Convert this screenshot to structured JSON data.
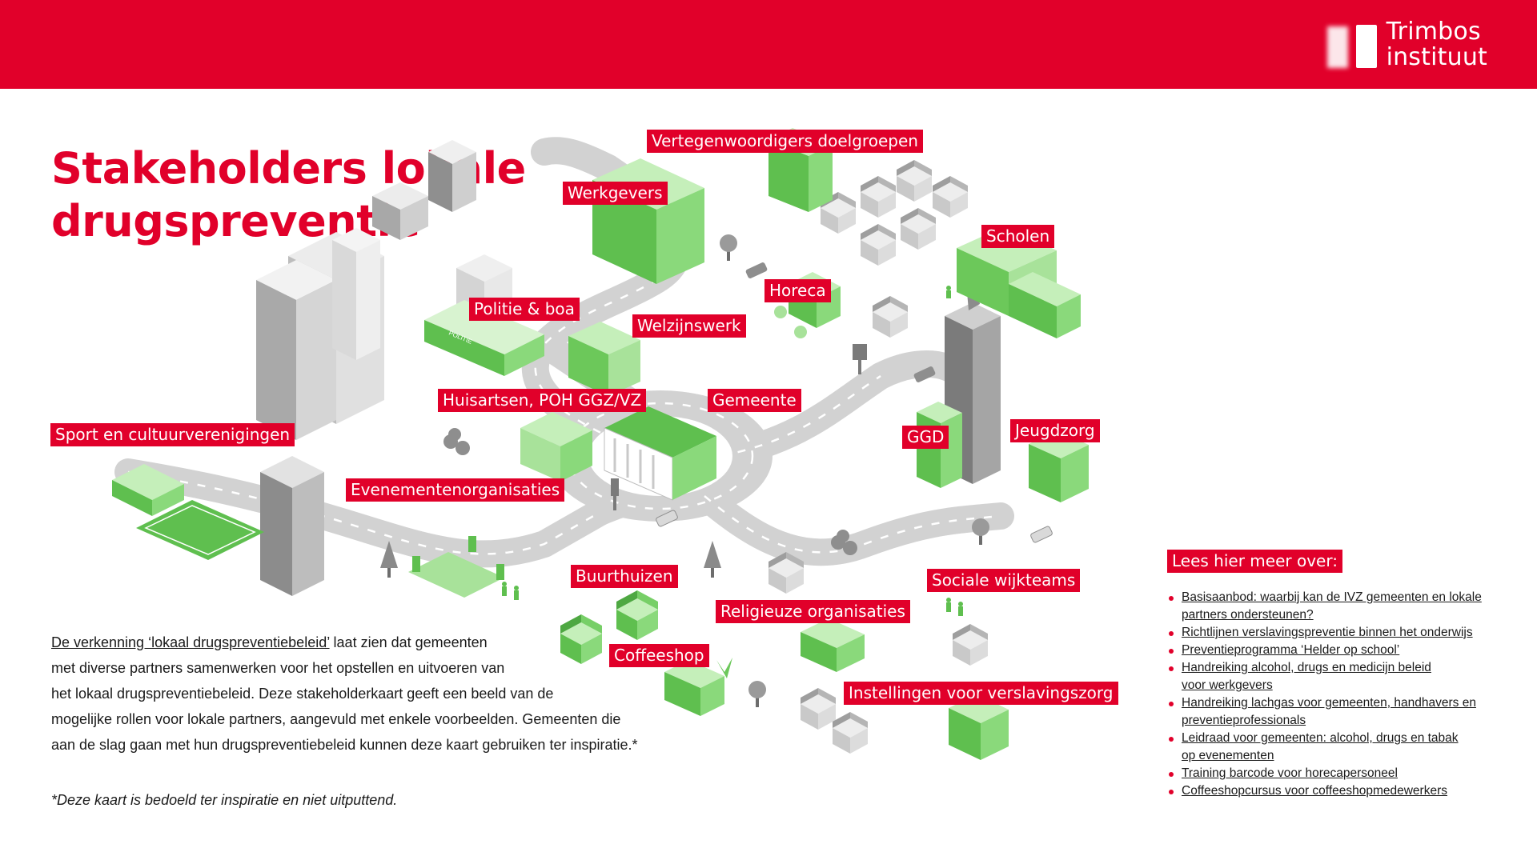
{
  "header": {
    "logo_line1": "Trimbos",
    "logo_line2": "instituut",
    "brand_color": "#e1002a"
  },
  "title": {
    "line1": "Stakeholders lokale",
    "line2": "drugspreventie"
  },
  "labels": {
    "vertegenwoordigers": "Vertegenwoordigers doelgroepen",
    "werkgevers": "Werkgevers",
    "scholen": "Scholen",
    "horeca": "Horeca",
    "politie": "Politie & boa",
    "welzijnswerk": "Welzijnswerk",
    "huisartsen": "Huisartsen, POH GGZ/VZ",
    "gemeente": "Gemeente",
    "ggd": "GGD",
    "jeugdzorg": "Jeugdzorg",
    "sport": "Sport en cultuurverenigingen",
    "evenementen": "Evenementenorganisaties",
    "buurthuizen": "Buurthuizen",
    "sociale": "Sociale wijkteams",
    "religieuze": "Religieuze organisaties",
    "coffeeshop": "Coffeeshop",
    "instellingen": "Instellingen voor verslavingszorg"
  },
  "map_signs": {
    "politie_sign": "POLITIE"
  },
  "intro": {
    "link": "De verkenning ‘lokaal drugspreventiebeleid’",
    "line1_rest": " laat zien dat gemeenten",
    "line2": "met diverse partners samenwerken voor het opstellen en uitvoeren van",
    "line3": "het lokaal drugspreventiebeleid. Deze stakeholderkaart geeft een beeld van de",
    "line4": "mogelijke rollen voor lokale partners, aangevuld met enkele voorbeelden. Gemeenten die",
    "line5": "aan de slag gaan met hun drugspreventiebeleid kunnen deze kaart gebruiken ter inspiratie.*"
  },
  "footnote": "*Deze kaart is bedoeld ter inspiratie en niet uitputtend.",
  "more": {
    "title": "Lees hier meer over:",
    "links": [
      [
        "Basisaanbod: waarbij kan de IVZ gemeenten en lokale",
        "partners ondersteunen?"
      ],
      [
        "Richtlijnen verslavingspreventie binnen het onderwijs"
      ],
      [
        "Preventieprogramma ‘Helder op school’"
      ],
      [
        "Handreiking alcohol, drugs en medicijn beleid",
        "voor werkgevers"
      ],
      [
        "Handreiking lachgas voor gemeenten, handhavers en",
        "preventieprofessionals"
      ],
      [
        "Leidraad voor gemeenten: alcohol, drugs en tabak",
        "op evenementen"
      ],
      [
        "Training barcode voor horecapersoneel"
      ],
      [
        "Coffeeshopcursus voor coffeeshopmedewerkers"
      ]
    ]
  },
  "colors": {
    "green_light": "#a8e29a",
    "green": "#6cc85a",
    "green_dark": "#3f9e37",
    "grey_light": "#e4e4e4",
    "grey": "#bdbdbd",
    "grey_dark": "#8e8e8e",
    "road": "#d2d2d2"
  }
}
